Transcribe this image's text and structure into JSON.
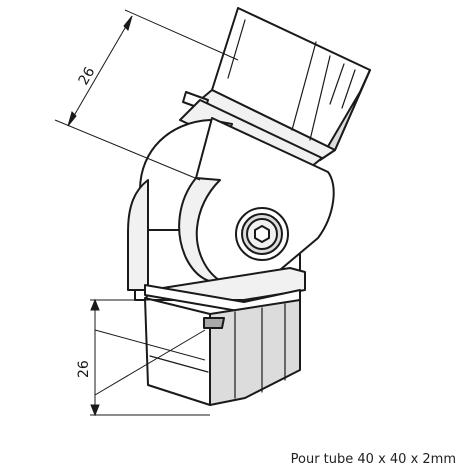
{
  "dimensions": {
    "upper": "26",
    "lower": "26"
  },
  "caption": "Pour tube 40 x 40 x 2mm",
  "colors": {
    "line": "#1a1a1a",
    "body_fill": "#ffffff",
    "shade_light": "#f1f1f1",
    "shade_mid": "#dcdcdc",
    "shade_dark": "#a9a9a9"
  },
  "icons": {
    "bolt": "hex-socket-screw-icon"
  }
}
